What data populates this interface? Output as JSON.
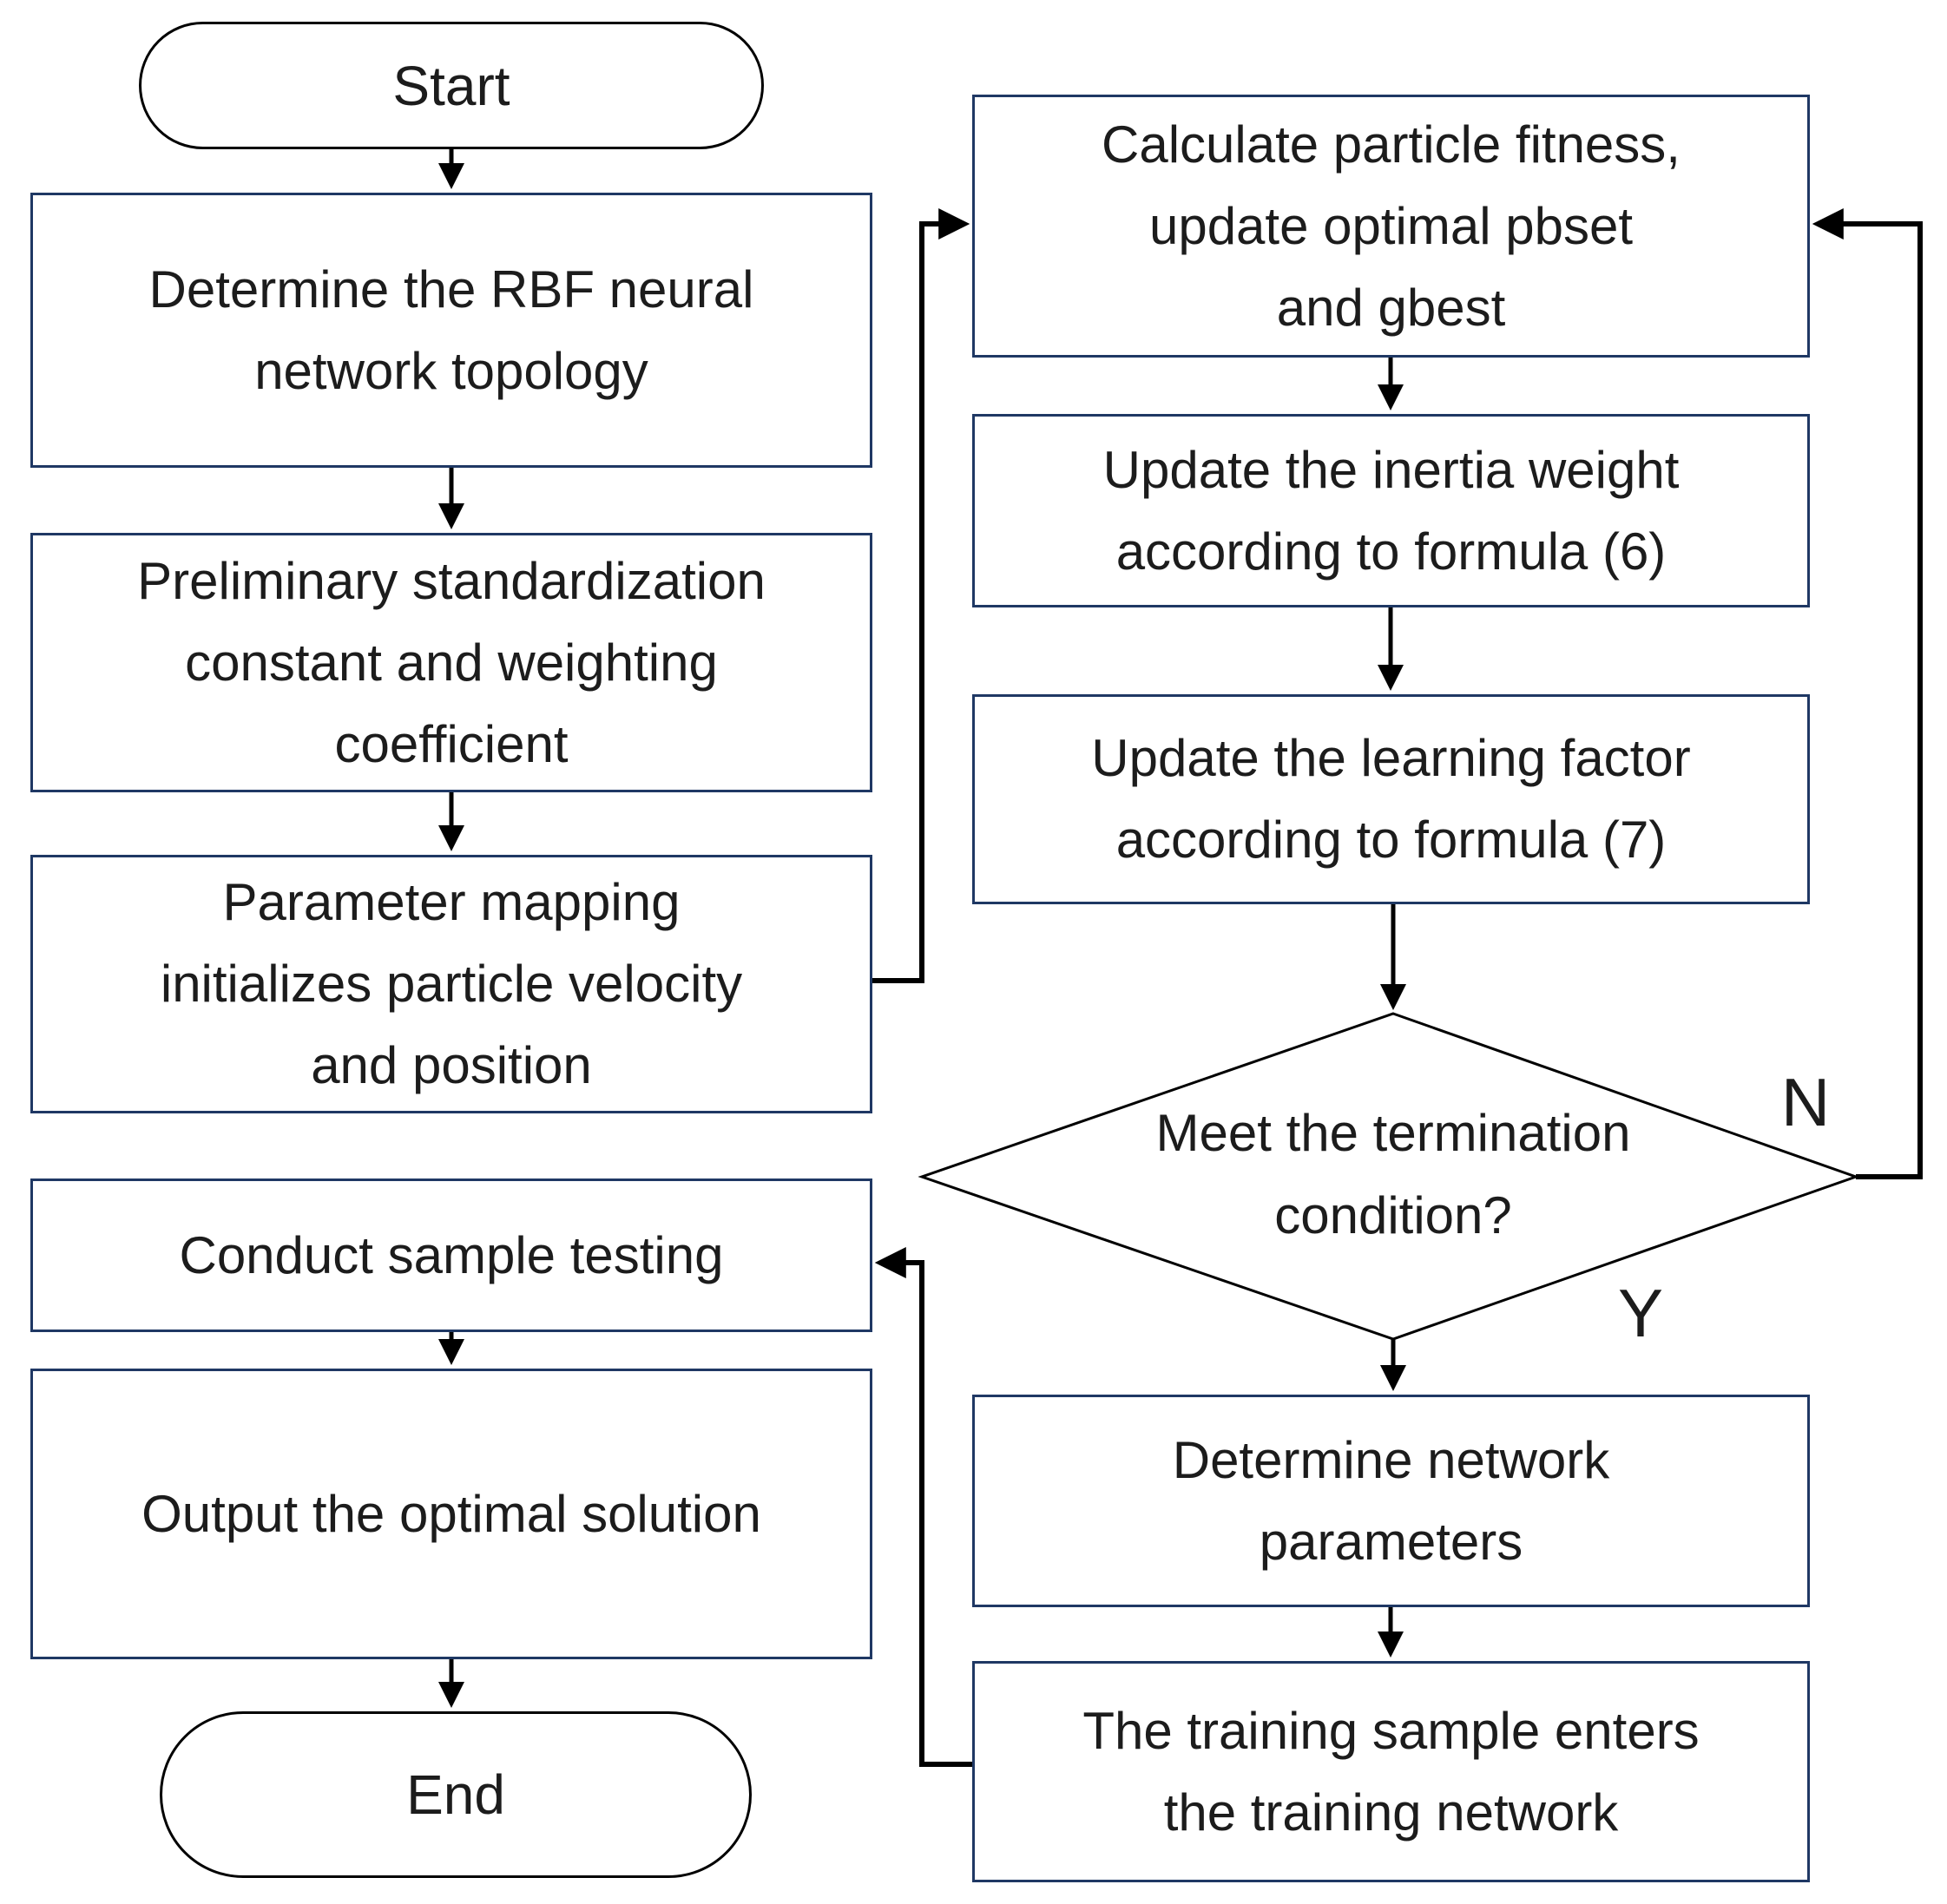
{
  "nodes": {
    "start": {
      "label": "Start",
      "shape": "terminator"
    },
    "determine_topology": {
      "label": "Determine the RBF neural\nnetwork topology",
      "shape": "process"
    },
    "preliminary_standardization": {
      "label": "Preliminary standardization\nconstant and weighting\ncoefficient",
      "shape": "process"
    },
    "parameter_mapping": {
      "label": "Parameter mapping\ninitializes particle velocity\nand position",
      "shape": "process"
    },
    "conduct_sample_testing": {
      "label": "Conduct sample testing",
      "shape": "process"
    },
    "output_optimal_solution": {
      "label": "Output the optimal solution",
      "shape": "process"
    },
    "calculate_particle_fitness": {
      "label": "Calculate particle fitness,\nupdate optimal pbset\nand gbest",
      "shape": "process"
    },
    "update_inertia_weight": {
      "label": "Update the inertia weight\naccording to formula (6)",
      "shape": "process"
    },
    "update_learning_factor": {
      "label": "Update the learning factor\naccording to formula (7)",
      "shape": "process"
    },
    "termination_condition": {
      "label": "Meet the termination\ncondition?",
      "shape": "decision"
    },
    "determine_network_parameters": {
      "label": "Determine network\nparameters",
      "shape": "process"
    },
    "training_sample_enters": {
      "label": "The training sample enters\nthe training network",
      "shape": "process"
    },
    "end": {
      "label": "End",
      "shape": "terminator"
    }
  },
  "branch_labels": {
    "no": "N",
    "yes": "Y"
  },
  "colors": {
    "process_border": "#1f3864",
    "terminator_border": "#000000",
    "decision_border": "#000000",
    "connector": "#000000",
    "text": "#1c1c1c",
    "background": "#ffffff"
  }
}
